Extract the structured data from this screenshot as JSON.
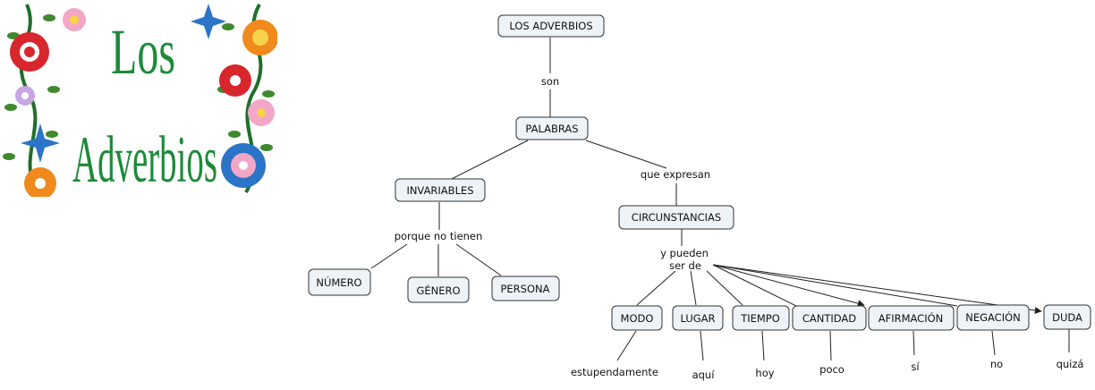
{
  "art": {
    "title_line1": "Los",
    "title_line2": "Adverbios",
    "colors": {
      "title": "#1d8a3a",
      "leaf": "#3f8a2e",
      "stem": "#1f6f2a",
      "red": "#d7262c",
      "pink": "#f2a7c7",
      "blue": "#2b74c7",
      "orange": "#f08a1c"
    }
  },
  "concept_map": {
    "root": "LOS ADVERBIOS",
    "link_son": "son",
    "palabras": "PALABRAS",
    "invariables": "INVARIABLES",
    "link_porque": "porque no tienen",
    "numero": "NÚMERO",
    "genero": "GÉNERO",
    "persona": "PERSONA",
    "link_que_expresan": "que expresan",
    "circunstancias": "CIRCUNSTANCIAS",
    "link_pueden_1": "y pueden",
    "link_pueden_2": "ser de",
    "types": [
      {
        "label": "MODO",
        "example": "estupendamente"
      },
      {
        "label": "LUGAR",
        "example": "aquí"
      },
      {
        "label": "TIEMPO",
        "example": "hoy"
      },
      {
        "label": "CANTIDAD",
        "example": "poco"
      },
      {
        "label": "AFIRMACIÓN",
        "example": "sí"
      },
      {
        "label": "NEGACIÓN",
        "example": "no"
      },
      {
        "label": "DUDA",
        "example": "quizá"
      }
    ]
  }
}
